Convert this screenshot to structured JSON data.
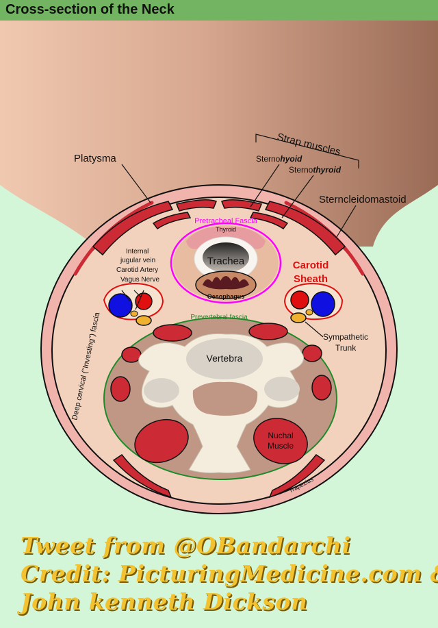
{
  "title": "Cross-section of the Neck",
  "labels": {
    "strap_muscles": "Strap muscles",
    "sternohyoid_prefix": "Sterno",
    "sternohyoid_suffix": "hyoid",
    "sternothyroid_prefix": "Sterno",
    "sternothyroid_suffix": "thyroid",
    "platysma": "Platysma",
    "sternocleidomastoid": "Sterncleidomastoid",
    "pretracheal_fascia": "Pretracheal Fascia",
    "thyroid": "Thyroid",
    "trachea": "Trachea",
    "oesophagus": "Oesophagus",
    "internal_jugular_vein": "Internal",
    "internal_jugular_vein_2": "jugular vein",
    "carotid_artery": "Carotid Artery",
    "vagus_nerve": "Vagus Nerve",
    "carotid_sheath_1": "Carotid",
    "carotid_sheath_2": "Sheath",
    "prevertebral_fascia": "Prevertebral fascia",
    "sympathetic_trunk_1": "Sympathetic",
    "sympathetic_trunk_2": "Trunk",
    "vertebra": "Vertebra",
    "nuchal_muscle_1": "Nuchal",
    "nuchal_muscle_2": "Muscle",
    "deep_cervical_fascia": "Deep cervical (\"Investing\") fascia",
    "trapezius": "Trapezius"
  },
  "footer": {
    "line1": "Tweet from @OBandarchi",
    "line2": "Credit: PicturingMedicine.com &",
    "line3": "John kenneth Dickson"
  },
  "colors": {
    "background": "#d4f6d8",
    "title_bar": "#72b462",
    "muscle": "#cc2a35",
    "vein": "#1010e0",
    "artery": "#e01010",
    "nerve": "#f0b030",
    "pretracheal_fascia": "#ff00ff",
    "prevertebral_fascia": "#1e8a2a",
    "bone": "#f4ecdc",
    "footer_text": "#f2c230"
  }
}
